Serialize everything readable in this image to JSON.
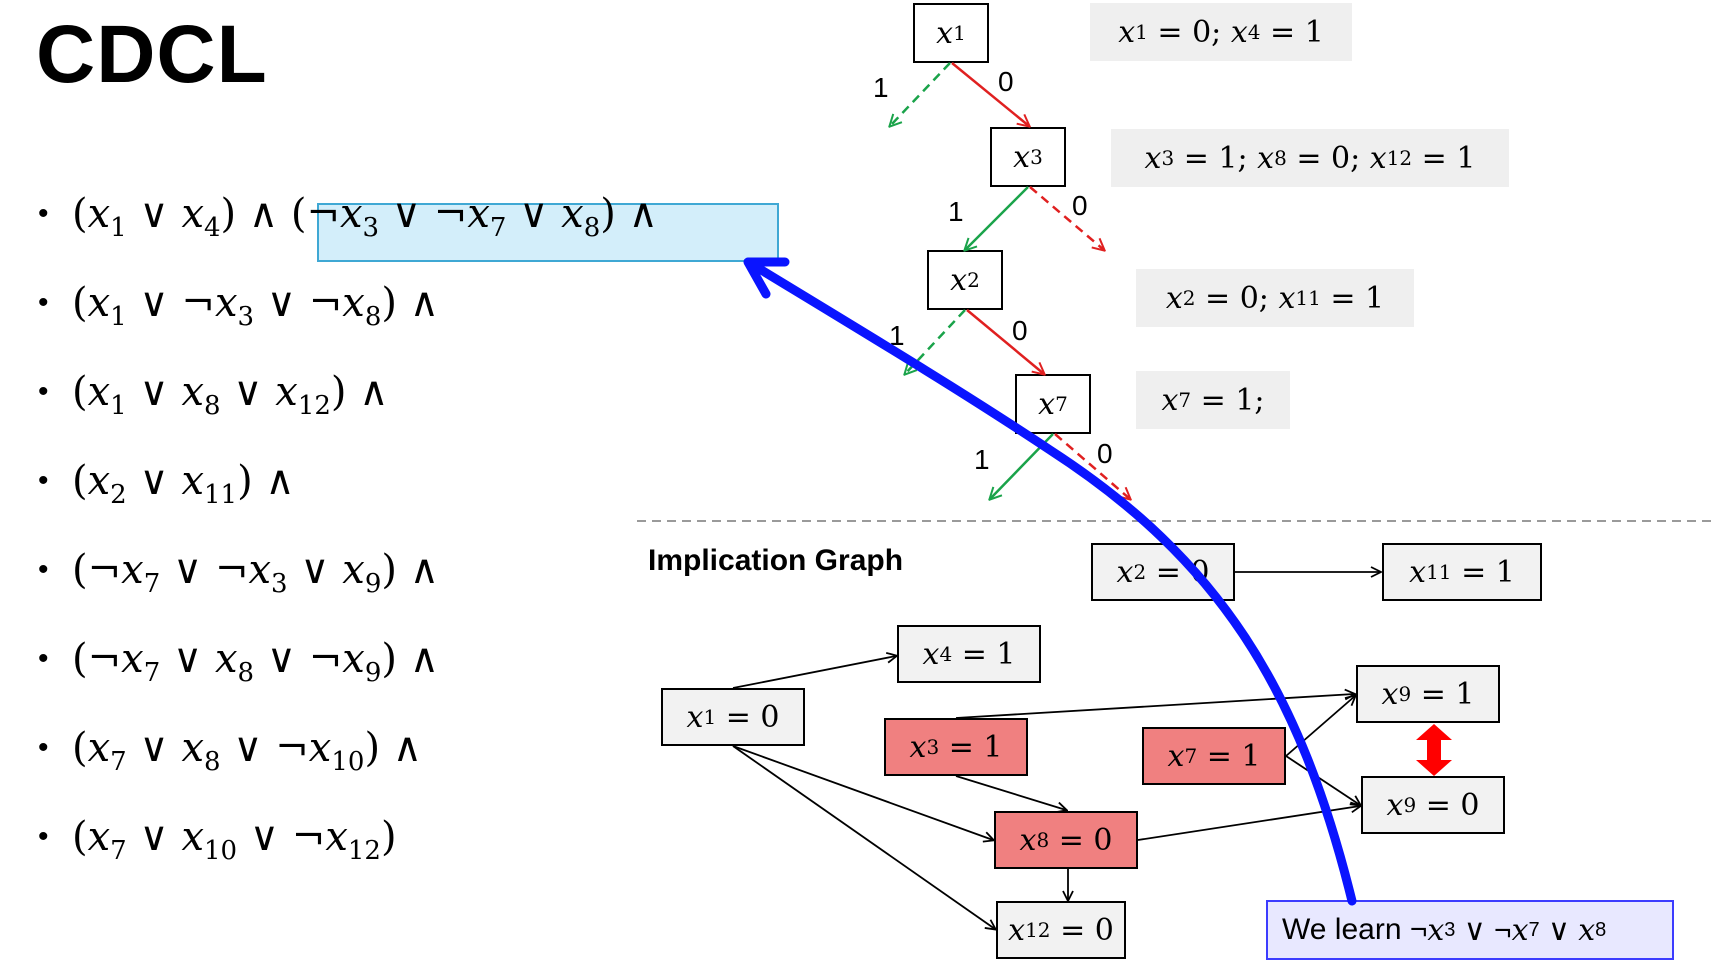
{
  "title": "CDCL",
  "clauses": [
    "(x₁ ∨ x₄) ∧",
    "(¬x₃ ∨ ¬x₇ ∨ x₈) ∧",
    "(x₁ ∨ ¬x₃ ∨ ¬x₈) ∧",
    "(x₁ ∨ x₈ ∨ x₁₂) ∧",
    "(x₂ ∨ x₁₁) ∧",
    "(¬x₇ ∨ ¬x₃ ∨ x₉) ∧",
    "(¬x₇ ∨ x₈ ∨ ¬x₉) ∧",
    "(x₇ ∨ x₈ ∨ ¬x₁₀) ∧",
    "(x₇ ∨ x₁₀ ∨ ¬x₁₂)"
  ],
  "decision_tree": {
    "nodes": [
      "x1",
      "x3",
      "x2",
      "x7"
    ],
    "edge_labels": [
      "1",
      "0"
    ],
    "notes": [
      "x1 = 0; x4 = 1",
      "x3 = 1; x8 = 0; x12 = 1",
      "x2 = 0; x11 = 1",
      "x7 = 1;"
    ]
  },
  "implication_graph": {
    "title": "Implication Graph",
    "nodes": [
      {
        "id": "x2",
        "value": "0"
      },
      {
        "id": "x11",
        "value": "1"
      },
      {
        "id": "x4",
        "value": "1"
      },
      {
        "id": "x1",
        "value": "0"
      },
      {
        "id": "x9",
        "value": "1"
      },
      {
        "id": "x3",
        "value": "1"
      },
      {
        "id": "x7",
        "value": "1"
      },
      {
        "id": "x9",
        "value": "0"
      },
      {
        "id": "x8",
        "value": "0"
      },
      {
        "id": "x12",
        "value": "0"
      }
    ],
    "edges": [
      [
        "x2=0",
        "x11=1"
      ],
      [
        "x1=0",
        "x4=1"
      ],
      [
        "x1=0",
        "x8=0"
      ],
      [
        "x1=0",
        "x12=0"
      ],
      [
        "x3=1",
        "x8=0"
      ],
      [
        "x3=1",
        "x9=1"
      ],
      [
        "x7=1",
        "x9=1"
      ],
      [
        "x7=1",
        "x9=0"
      ],
      [
        "x8=0",
        "x9=0"
      ],
      [
        "x8=0",
        "x12=0"
      ]
    ],
    "conflict": [
      "x9=1",
      "x9=0"
    ]
  },
  "learned_clause": "We learn ¬x₃ ∨ ¬x₇ ∨ x₈",
  "colors": {
    "decision_one": "#1aa34a",
    "decision_zero": "#e02020",
    "highlight_fill": "#d3eefa",
    "conflict_node_fill": "#f08080",
    "learn_arrow": "#0a14ff",
    "conflict_arrow": "#ff0000"
  }
}
